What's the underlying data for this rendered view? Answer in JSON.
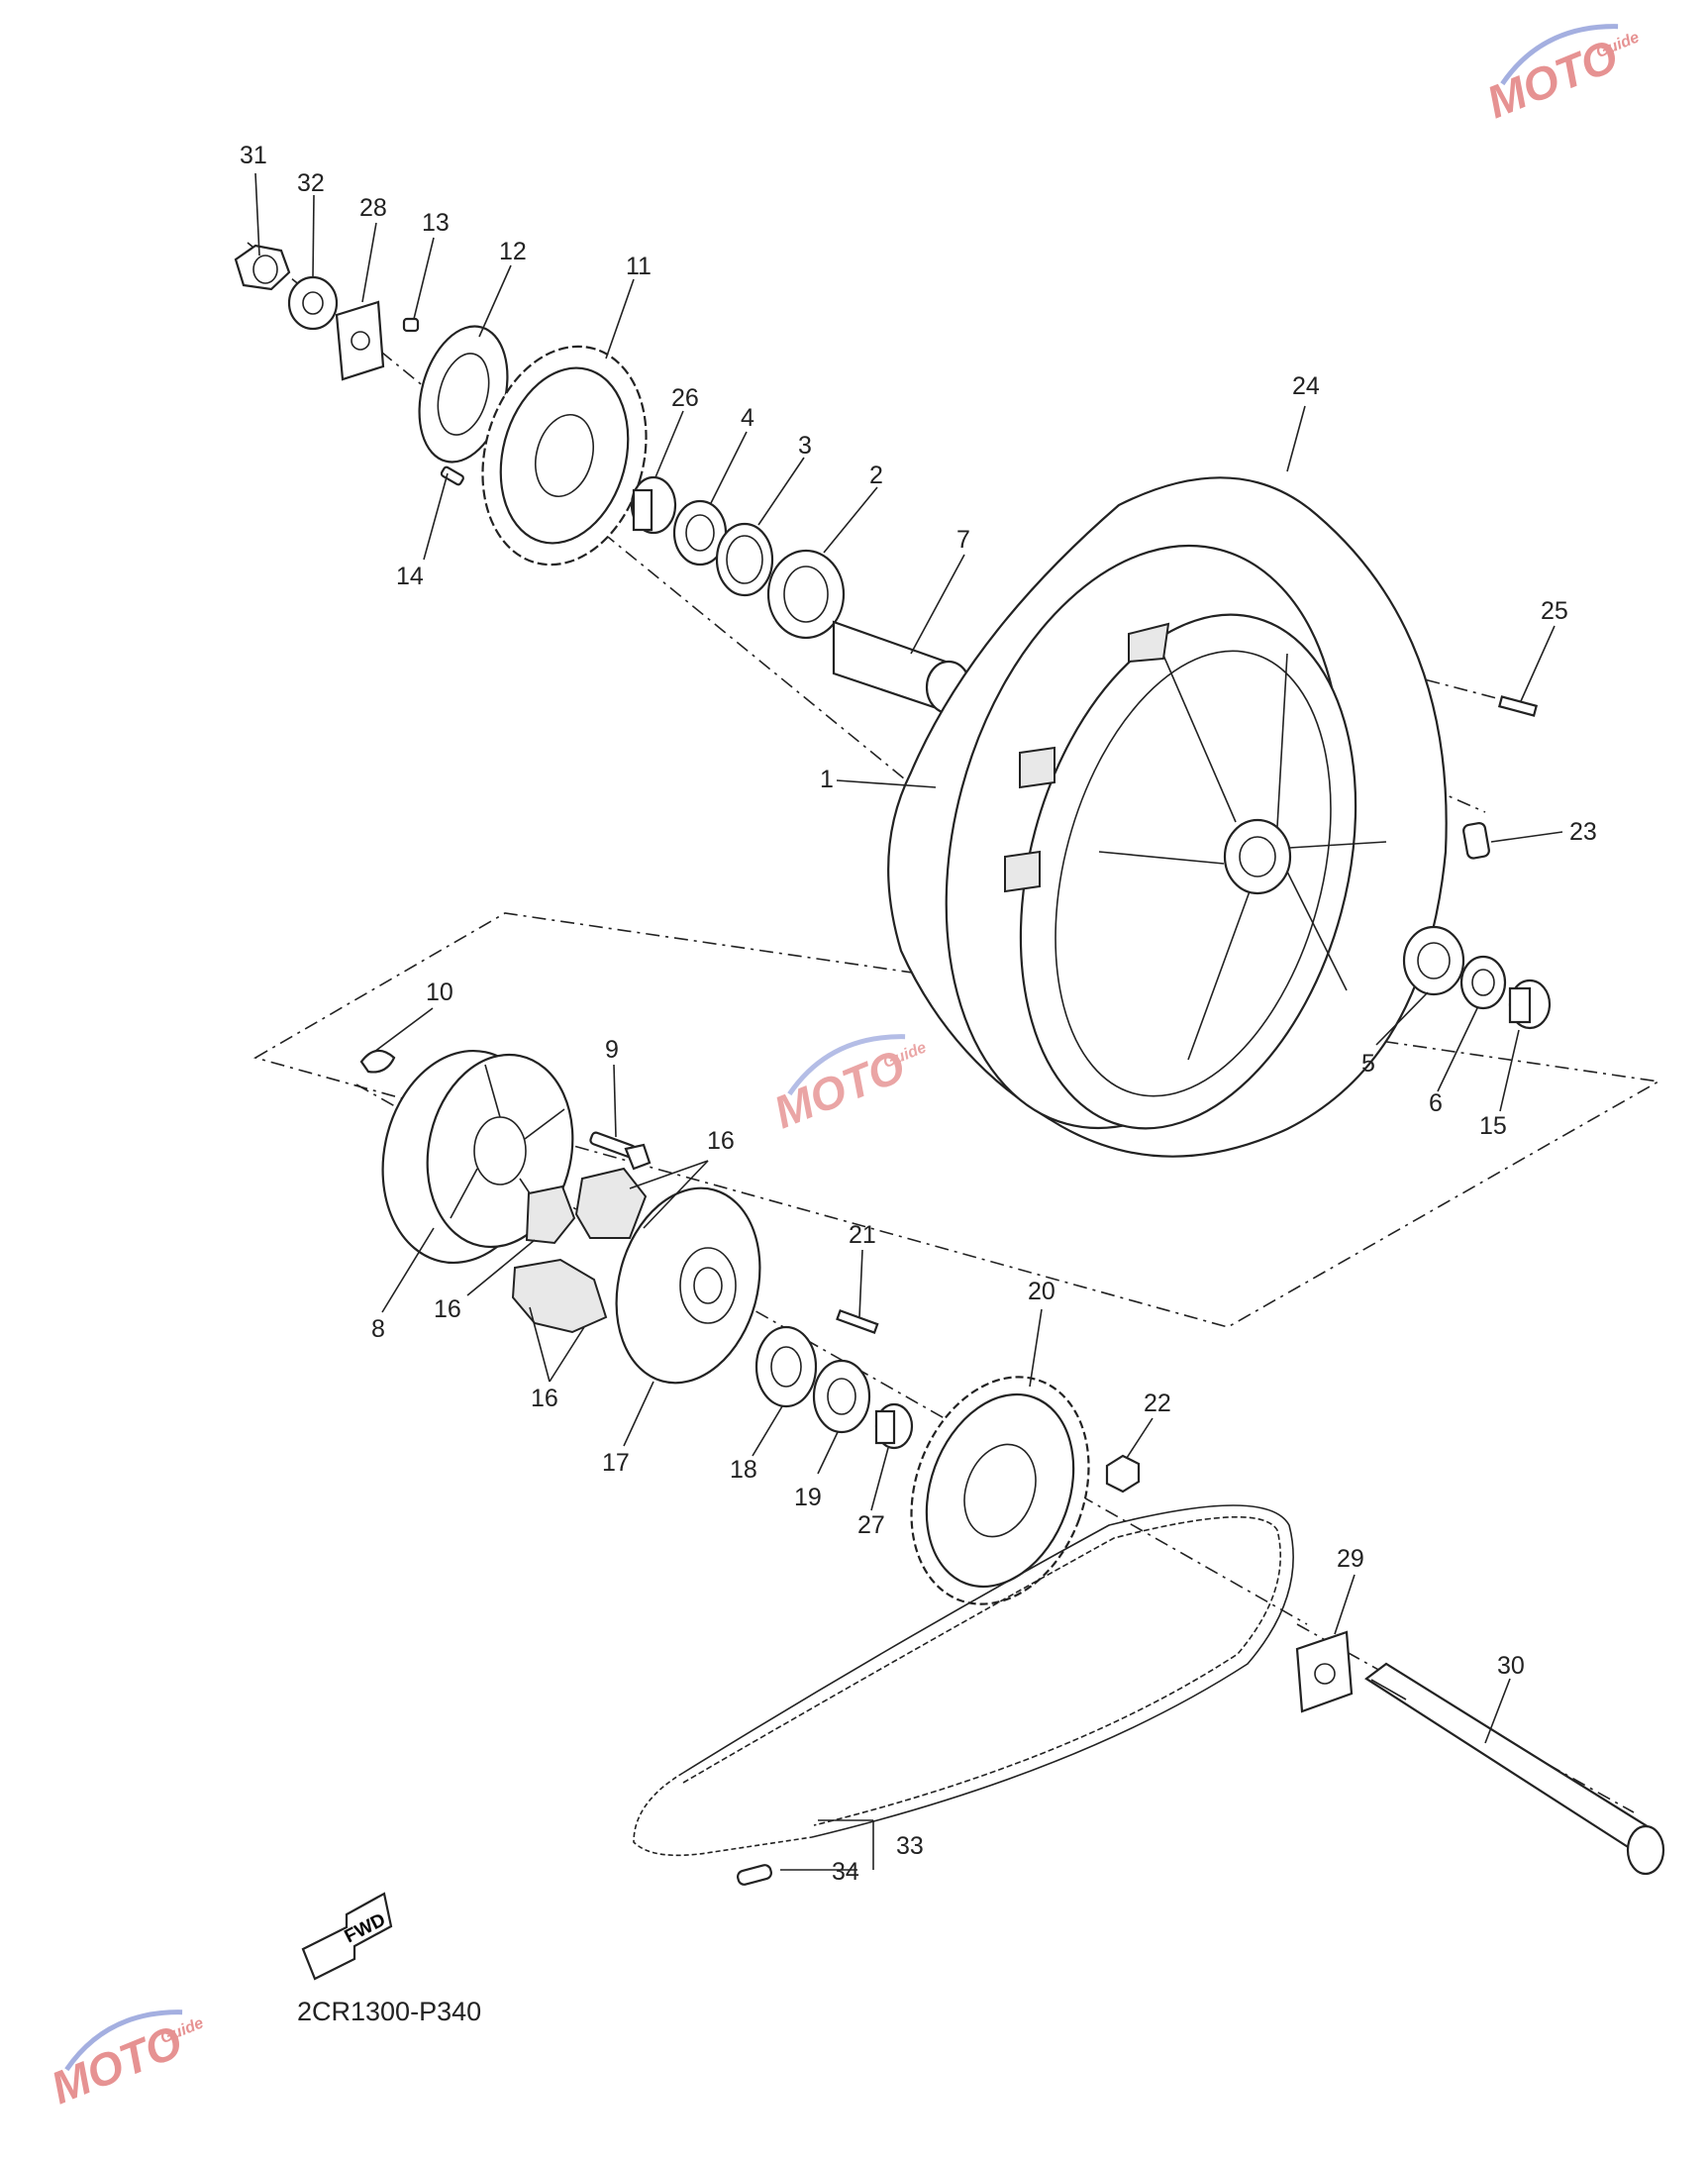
{
  "diagram": {
    "drawing_code": "2CR1300-P340",
    "fwd_label": "FWD",
    "watermark": {
      "text": "MOTO",
      "subtext": "Guide",
      "color_primary": "#d23a3a",
      "color_accent": "#5a6fc8"
    },
    "callouts": [
      {
        "id": "c1",
        "label": "1"
      },
      {
        "id": "c2",
        "label": "2"
      },
      {
        "id": "c3",
        "label": "3"
      },
      {
        "id": "c4",
        "label": "4"
      },
      {
        "id": "c5",
        "label": "5"
      },
      {
        "id": "c6",
        "label": "6"
      },
      {
        "id": "c7",
        "label": "7"
      },
      {
        "id": "c8",
        "label": "8"
      },
      {
        "id": "c9",
        "label": "9"
      },
      {
        "id": "c10",
        "label": "10"
      },
      {
        "id": "c11",
        "label": "11"
      },
      {
        "id": "c12",
        "label": "12"
      },
      {
        "id": "c13",
        "label": "13"
      },
      {
        "id": "c14",
        "label": "14"
      },
      {
        "id": "c15",
        "label": "15"
      },
      {
        "id": "c16a",
        "label": "16"
      },
      {
        "id": "c16b",
        "label": "16"
      },
      {
        "id": "c16c",
        "label": "16"
      },
      {
        "id": "c17",
        "label": "17"
      },
      {
        "id": "c18",
        "label": "18"
      },
      {
        "id": "c19",
        "label": "19"
      },
      {
        "id": "c20",
        "label": "20"
      },
      {
        "id": "c21",
        "label": "21"
      },
      {
        "id": "c22",
        "label": "22"
      },
      {
        "id": "c23",
        "label": "23"
      },
      {
        "id": "c24",
        "label": "24"
      },
      {
        "id": "c25",
        "label": "25"
      },
      {
        "id": "c26",
        "label": "26"
      },
      {
        "id": "c27",
        "label": "27"
      },
      {
        "id": "c28",
        "label": "28"
      },
      {
        "id": "c29",
        "label": "29"
      },
      {
        "id": "c30",
        "label": "30"
      },
      {
        "id": "c31",
        "label": "31"
      },
      {
        "id": "c32",
        "label": "32"
      },
      {
        "id": "c33",
        "label": "33"
      },
      {
        "id": "c34",
        "label": "34"
      }
    ]
  }
}
